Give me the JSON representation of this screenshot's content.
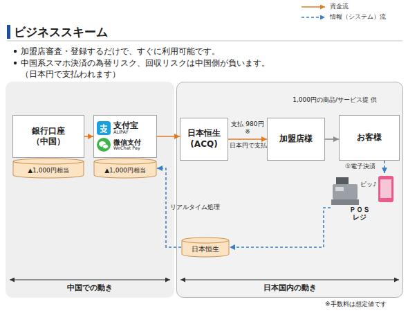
{
  "diagram": {
    "title": "ビジネススキーム",
    "nodes": [
      {
        "text": [
          "中国での動き"
        ]
      },
      {
        "text": [
          "銀行口座 （中国）",
          "▲1,000円相当"
        ],
        "in": 0
      },
      {
        "text": [
          "支付宝",
          "ALIPAY",
          "微信支付",
          "WeChat Pay",
          "▲1,000円相当"
        ],
        "in": 0
      },
      {
        "text": [
          "日本国内の動き"
        ]
      },
      {
        "text": [
          "日本恒生 (ACQ)"
        ],
        "in": 3
      },
      {
        "text": [
          "加盟店様"
        ],
        "in": 3
      },
      {
        "text": [
          "お客様"
        ],
        "in": 3
      },
      {
        "text": [
          "日本恒生"
        ],
        "in": 3
      },
      {
        "text": [
          "ビッ♪",
          "ＰＯＳ レジ"
        ],
        "in": 3
      }
    ],
    "edges": [
      {
        "from": 1,
        "to": 2,
        "arrow": "to"
      },
      {
        "from": 2,
        "to": 4,
        "arrow": "to"
      },
      {
        "from": 4,
        "to": 5,
        "label": "支払 980円※",
        "arrow": "to"
      },
      {
        "from": 5,
        "to": 6,
        "label": "1,000円の商品/サービス提 供",
        "arrow": "to"
      },
      {
        "from": 6,
        "to": 8,
        "label": "①電子決済",
        "arrow": "to"
      },
      {
        "from": 8,
        "to": 7,
        "arrow": "to"
      },
      {
        "from": 7,
        "to": 2,
        "label": "リアルタイム処理",
        "arrow": "to"
      }
    ],
    "labels": [
      "加盟店審査・登録するだけで、すぐに利用可能です。",
      "中国系スマホ決済の為替リスク、回収リスクは中国側が負います。 （日本円で支払われます）",
      "日本円で支払",
      "※手数料は想定値です"
    ],
    "legend": [
      {
        "text": "資金流"
      },
      {
        "text": "情報（システム）流"
      }
    ]
  }
}
